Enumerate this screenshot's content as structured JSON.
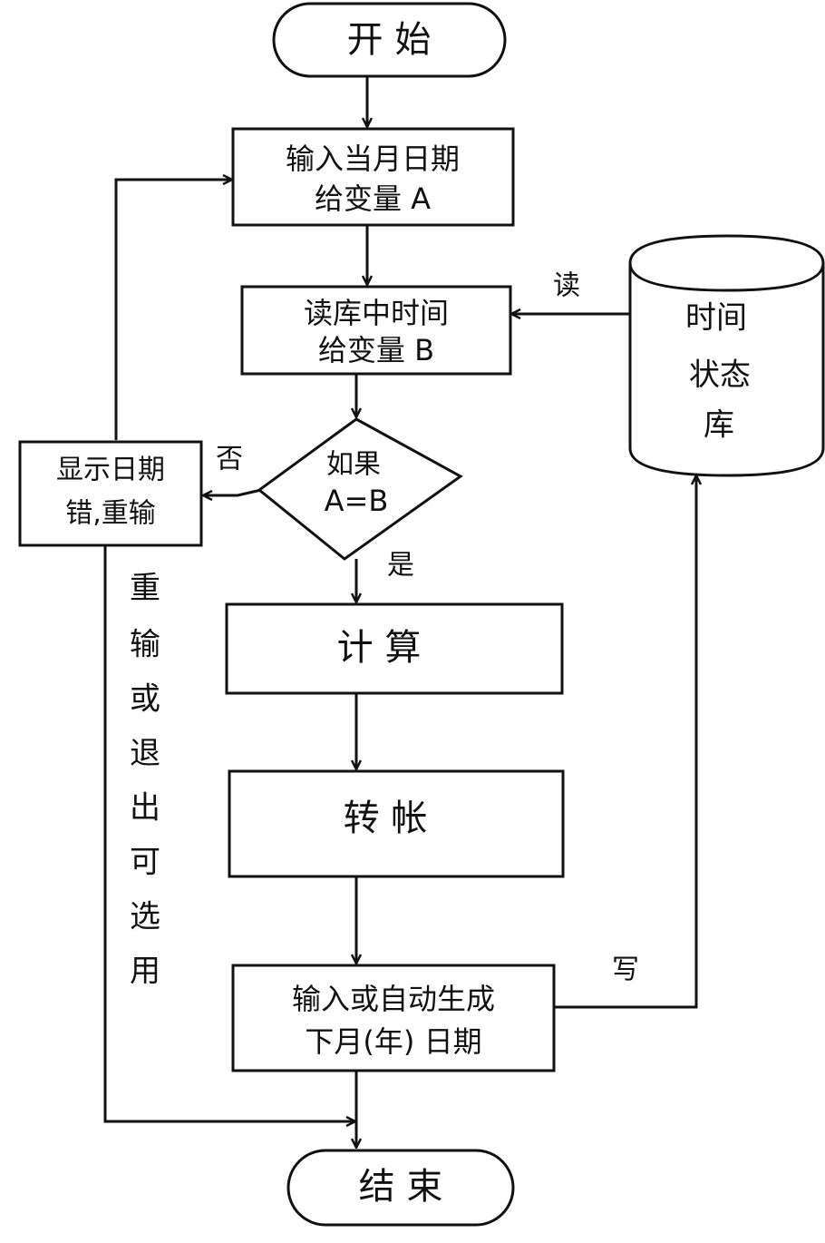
{
  "nodes": {
    "start": "开 始",
    "input_date": [
      "输入当月日期",
      "给变量 A"
    ],
    "read_db": [
      "读库中时间",
      "给变量 B"
    ],
    "decision": [
      "如果",
      "A=B"
    ],
    "error_box": [
      "显示日期",
      "错,重输"
    ],
    "calculate": "计 算",
    "transfer": "转 帐",
    "next_date": [
      "输入或自动生成",
      "下月(年) 日期"
    ],
    "database": [
      "时间",
      "状态",
      "库"
    ],
    "end": "结 束"
  },
  "labels": {
    "read": "读",
    "write": "写",
    "no": "否",
    "yes": "是",
    "retry_or_exit": [
      "重",
      "输",
      "或",
      "退",
      "出",
      "可",
      "选",
      "用"
    ]
  }
}
